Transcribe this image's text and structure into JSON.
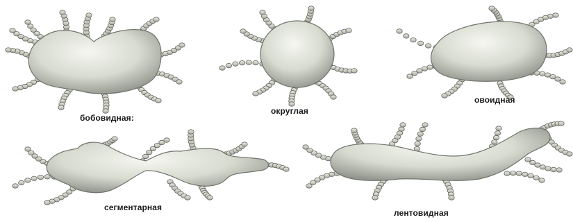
{
  "shapes": [
    {
      "id": "bean",
      "label": "бобовидная:"
    },
    {
      "id": "round",
      "label": "округлая"
    },
    {
      "id": "ovoid",
      "label": "овоидная"
    },
    {
      "id": "segmented",
      "label": "сегментарная"
    },
    {
      "id": "ribbon",
      "label": "лентовидная"
    }
  ],
  "colors": {
    "body_fill": "#d9ddd2",
    "body_highlight": "#f3f4ee",
    "body_shadow": "#8c9088",
    "appendage_fill": "#d6d8cc",
    "appendage_stroke": "#5f625c",
    "label": "#1a1a1a"
  }
}
